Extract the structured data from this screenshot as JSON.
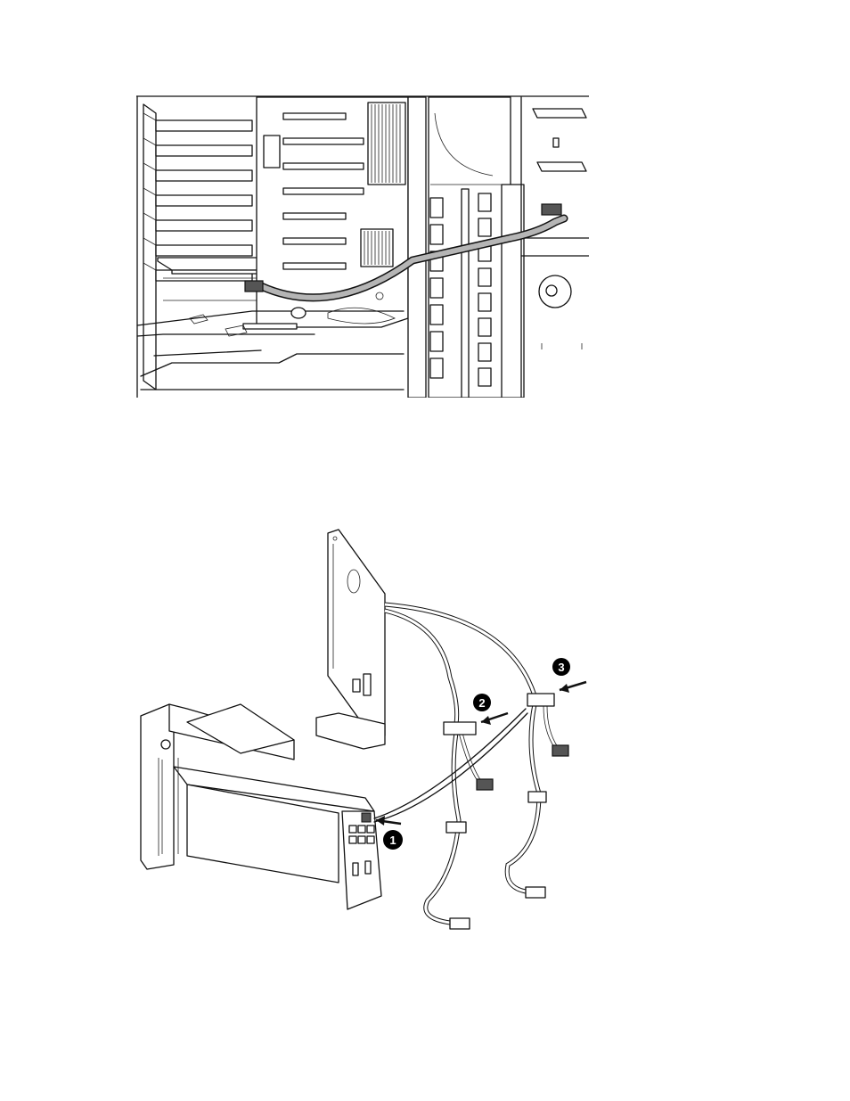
{
  "figures": [
    {
      "id": "installed-view",
      "callouts": []
    },
    {
      "id": "cable-routing-view",
      "callouts": [
        {
          "label": "1"
        },
        {
          "label": "2"
        },
        {
          "label": "3"
        }
      ]
    }
  ],
  "colors": {
    "line": "#111111",
    "cable_fill": "#b5b5b5",
    "connector_dark": "#555555",
    "callout_fill": "#000000",
    "callout_text": "#ffffff"
  }
}
